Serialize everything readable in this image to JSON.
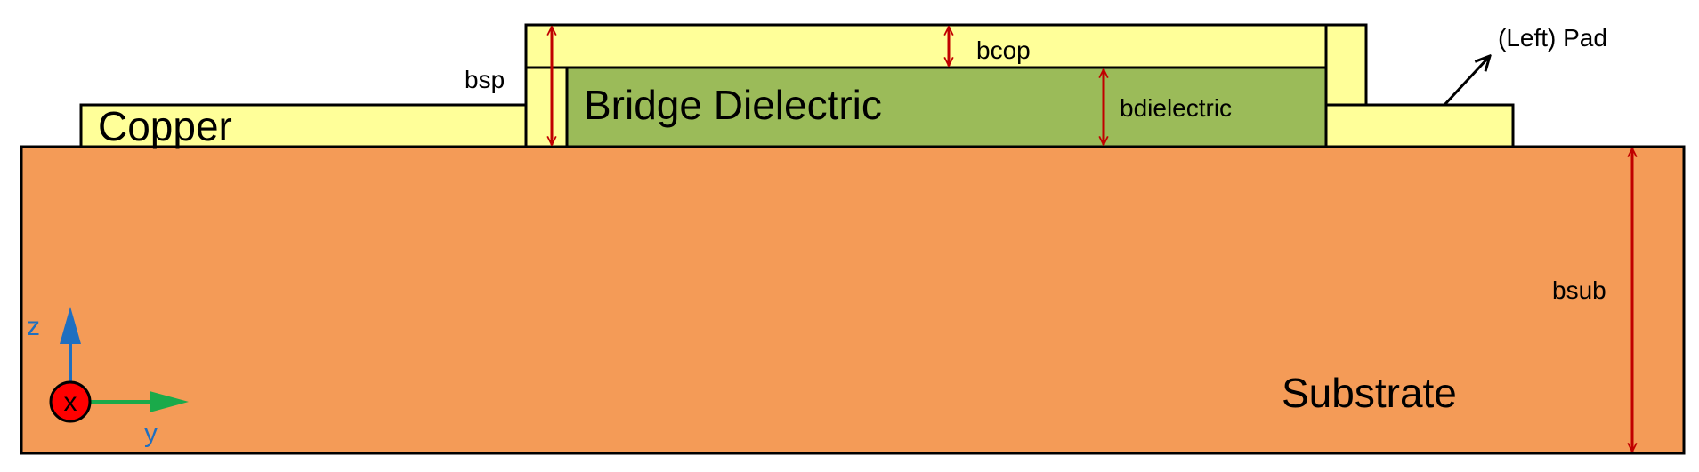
{
  "labels": {
    "copper": "Copper",
    "bridge_dielectric": "Bridge Dielectric",
    "substrate": "Substrate",
    "left_pad": "(Left) Pad"
  },
  "dimensions": {
    "bsp": "bsp",
    "bcop": "bcop",
    "bdielectric": "bdielectric",
    "bsub": "bsub"
  },
  "axes": {
    "z": "z",
    "y": "y",
    "x": "x"
  },
  "colors": {
    "substrate": "#F49B57",
    "copper": "#FFFF99",
    "dielectric": "#9BBB59",
    "dimension": "#C00000",
    "z_axis": "#1F6FC0",
    "y_axis": "#1AAA4A",
    "x_axis": "#FF0000"
  }
}
